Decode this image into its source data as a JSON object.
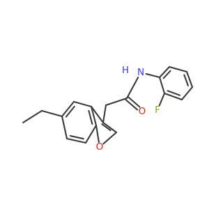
{
  "molecule": {
    "atom_labels": {
      "n": "N",
      "h": "H",
      "o_carbonyl": "O",
      "f": "F",
      "o_furan": "O"
    },
    "colors": {
      "bond": "#3a3a3a",
      "nitrogen": "#3b3bd6",
      "oxygen": "#e0231c",
      "fluorine": "#8ca03a",
      "background": "#ffffff"
    }
  }
}
